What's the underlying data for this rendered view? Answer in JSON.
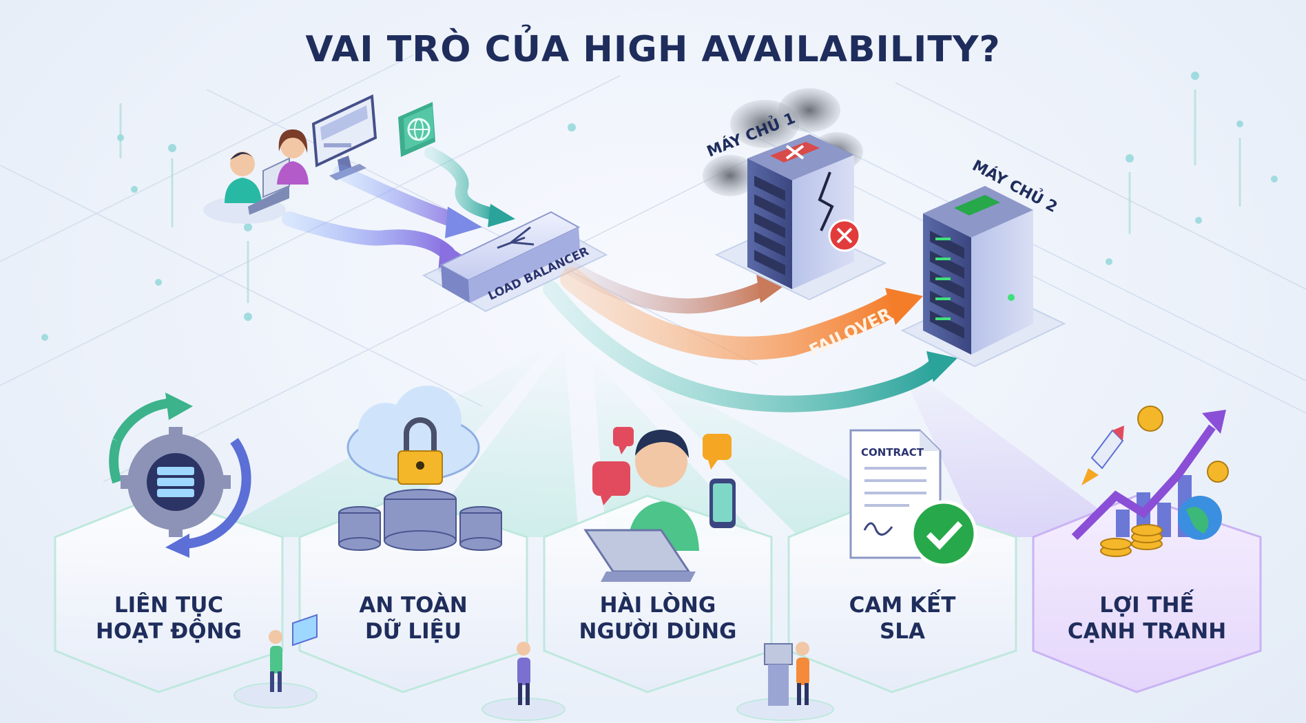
{
  "title": "VAI TRÒ CỦA HIGH AVAILABILITY?",
  "diagram": {
    "load_balancer_label": "LOAD BALANCER",
    "server1_label": "MÁY CHỦ 1",
    "server2_label": "MÁY CHỦ 2",
    "failover_label": "FAILOVER",
    "contract_label": "CONTRACT"
  },
  "benefits": [
    {
      "line1": "LIÊN TỤC",
      "line2": "HOẠT ĐỘNG",
      "icon": "sync-gear-server-icon"
    },
    {
      "line1": "AN TOÀN",
      "line2": "DỮ LIỆU",
      "icon": "cloud-lock-database-icon"
    },
    {
      "line1": "HÀI LÒNG",
      "line2": "NGƯỜI DÙNG",
      "icon": "happy-user-laptop-icon"
    },
    {
      "line1": "CAM KẾT",
      "line2": "SLA",
      "icon": "contract-check-icon"
    },
    {
      "line1": "LỢI THẾ",
      "line2": "CẠNH TRANH",
      "icon": "rocket-growth-chart-icon"
    }
  ],
  "colors": {
    "title": "#1f2d5c",
    "teal": "#2aa39a",
    "purple": "#8a6fe0",
    "orange": "#f48a3a",
    "danger": "#e23b3b",
    "success": "#27a84a"
  }
}
